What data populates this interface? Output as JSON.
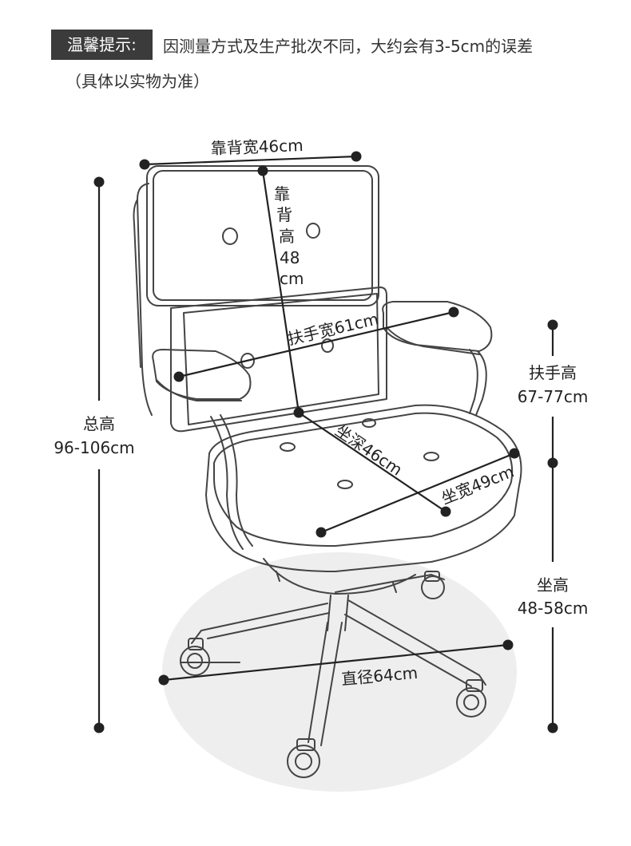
{
  "notice": {
    "tag": "温馨提示:",
    "text": "因测量方式及生产批次不同，大约会有3-5cm的误差",
    "sub": "（具体以实物为准）"
  },
  "labels": {
    "backrest_width": "靠背宽46cm",
    "backrest_height": [
      "靠",
      "背",
      "高",
      "48",
      "cm"
    ],
    "armrest_width": "扶手宽61cm",
    "seat_depth": "坐深46cm",
    "seat_width": "坐宽49cm",
    "base_diameter": "直径64cm",
    "total_height_title": "总高",
    "total_height_value": "96-106cm",
    "arm_height_title": "扶手高",
    "arm_height_value": "67-77cm",
    "seat_height_title": "坐高",
    "seat_height_value": "48-58cm"
  },
  "colors": {
    "line": "#222222",
    "outline": "#444444",
    "floor": "#eeeeee",
    "tag_bg": "#3b3b3b"
  }
}
